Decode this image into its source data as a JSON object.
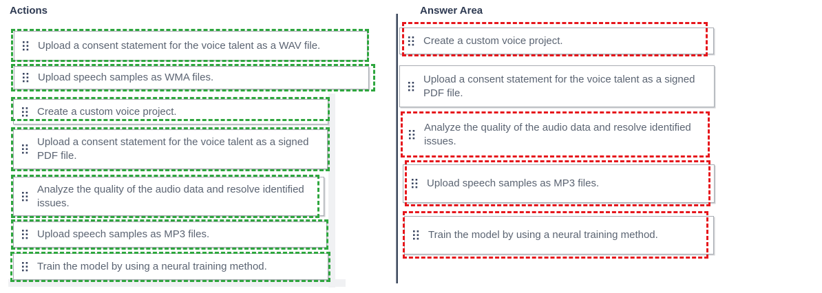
{
  "page": {
    "kind": "drag-and-drop-sequence-question"
  },
  "colors": {
    "correct_outline_green": "#2ea63e",
    "incorrect_outline_red": "#e6161c",
    "item_text": "#5b6472",
    "heading_text": "#2e3a52",
    "box_border": "#a8acb2",
    "divider": "#45506a",
    "drag_handle": "#3a4560"
  },
  "icons": {
    "drag_handle": "six-dot-grip"
  },
  "actions": {
    "title": "Actions",
    "items": [
      {
        "label": "Upload a consent statement for the voice talent as a WAV file.",
        "marker": "correct"
      },
      {
        "label": "Upload speech samples as WMA files.",
        "marker": "correct"
      },
      {
        "label": "Create a custom voice project.",
        "marker": "correct"
      },
      {
        "label": "Upload a consent statement for the voice talent as a signed PDF file.",
        "marker": "correct"
      },
      {
        "label": "Analyze the quality of the audio data and resolve identified issues.",
        "marker": "correct"
      },
      {
        "label": "Upload speech samples as MP3 files.",
        "marker": "correct"
      },
      {
        "label": "Train the model by using a neural training method.",
        "marker": "correct"
      }
    ]
  },
  "answer_area": {
    "title": "Answer Area",
    "items": [
      {
        "label": "Create a custom voice project.",
        "marker": "incorrect"
      },
      {
        "label": "Upload a consent statement for the voice talent as a signed PDF file.",
        "marker": "none"
      },
      {
        "label": "Analyze the quality of the audio data and resolve identified issues.",
        "marker": "incorrect"
      },
      {
        "label": "Upload speech samples as MP3 files.",
        "marker": "incorrect"
      },
      {
        "label": "Train the model by using a neural training method.",
        "marker": "incorrect"
      }
    ]
  }
}
